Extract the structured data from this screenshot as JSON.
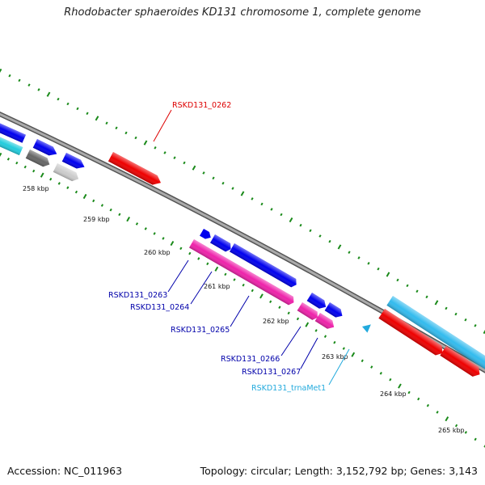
{
  "title": "Rhodobacter sphaeroides KD131 chromosome 1, complete genome",
  "footer": {
    "accession": "Accession: NC_011963",
    "summary": "Topology: circular; Length: 3,152,792 bp; Genes: 3,143"
  },
  "scale_labels": [
    "258 kbp",
    "259 kbp",
    "260 kbp",
    "261 kbp",
    "262 kbp",
    "263 kbp",
    "264 kbp",
    "265 kbp"
  ],
  "gene_labels": [
    {
      "text": "RSKD131_0262",
      "color": "#dd0000"
    },
    {
      "text": "RSKD131_0263",
      "color": "#0000aa"
    },
    {
      "text": "RSKD131_0264",
      "color": "#0000aa"
    },
    {
      "text": "RSKD131_0265",
      "color": "#0000aa"
    },
    {
      "text": "RSKD131_0266",
      "color": "#0000aa"
    },
    {
      "text": "RSKD131_0267",
      "color": "#0000aa"
    },
    {
      "text": "RSKD131_trnaMet1",
      "color": "#22aadd"
    }
  ],
  "colors": {
    "backbone": "#888888",
    "tick": "#1a8a1a",
    "red_gene": "#ee0000",
    "blue_gene": "#0000ee",
    "magenta_gene": "#ee22aa",
    "cyan_gene": "#22ccdd",
    "lightblue_gene": "#33bbee",
    "gray_gene": "#666666",
    "silver_gene": "#cccccc"
  }
}
